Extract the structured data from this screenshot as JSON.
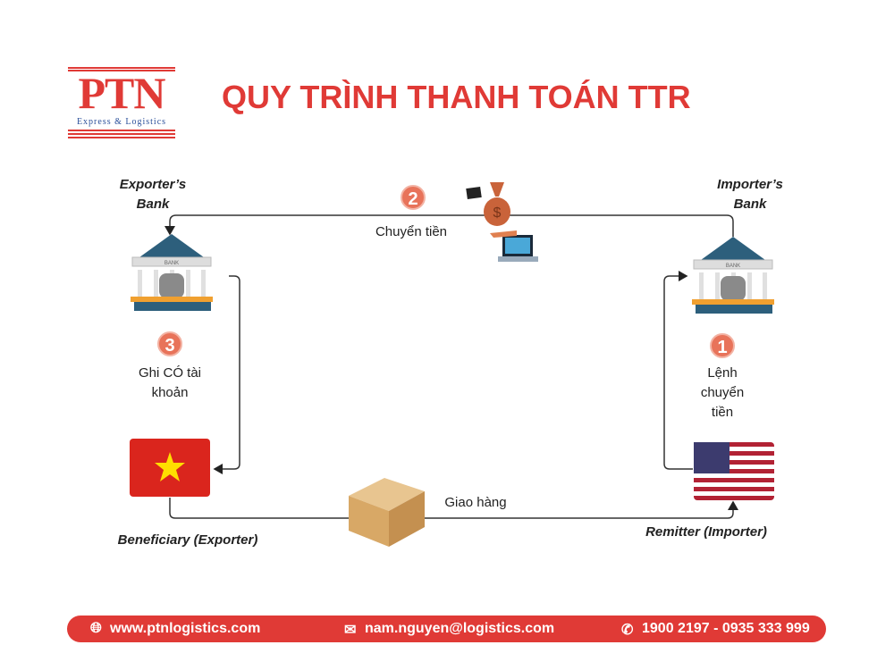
{
  "logo": {
    "text": "PTN",
    "subtitle": "Express & Logistics"
  },
  "title": "QUY TRÌNH THANH TOÁN TTR",
  "nodes": {
    "exporter_bank": "Exporter’s Bank",
    "importer_bank": "Importer’s Bank",
    "beneficiary": "Beneficiary (Exporter)",
    "remitter": "Remitter (Importer)",
    "bank_sign": "BANK"
  },
  "steps": [
    {
      "number": "1",
      "label": "Lệnh chuyển tiền"
    },
    {
      "number": "2",
      "label": "Chuyển tiền"
    },
    {
      "number": "3",
      "label": "Ghi CÓ tài khoản"
    }
  ],
  "shipping_label": "Giao hàng",
  "footer": {
    "website": "www.ptnlogistics.com",
    "email": "nam.nguyen@logistics.com",
    "phone": "1900 2197 - 0935 333 999"
  },
  "colors": {
    "brand_red": "#e03a36",
    "badge": "#e8735a",
    "bank": "#2d5f7c"
  }
}
